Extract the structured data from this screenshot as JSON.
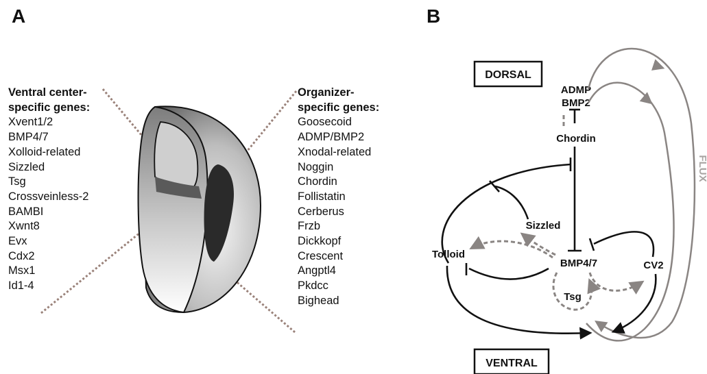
{
  "panels": {
    "a": {
      "letter": "A"
    },
    "b": {
      "letter": "B"
    }
  },
  "ventral_genes": {
    "header": [
      "Ventral center-",
      "specific genes:"
    ],
    "items": [
      "Xvent1/2",
      "BMP4/7",
      "Xolloid-related",
      "Sizzled",
      "Tsg",
      "Crossveinless-2",
      "BAMBI",
      "Xwnt8",
      "Evx",
      "Cdx2",
      "Msx1",
      "Id1-4"
    ]
  },
  "organizer_genes": {
    "header": [
      "Organizer-",
      "specific genes:"
    ],
    "items": [
      "Goosecoid",
      "ADMP/BMP2",
      "Xnodal-related",
      "Noggin",
      "Chordin",
      "Follistatin",
      "Cerberus",
      "Frzb",
      "Dickkopf",
      "Crescent",
      "Angptl4",
      "Pkdcc",
      "Bighead"
    ]
  },
  "network": {
    "dorsal_box": "DORSAL",
    "ventral_box": "VENTRAL",
    "admp": "ADMP",
    "bmp2": "BMP2",
    "chordin": "Chordin",
    "sizzled": "Sizzled",
    "tolloid": "Tolloid",
    "bmp47": "BMP4/7",
    "cv2": "CV2",
    "tsg": "Tsg",
    "flux": "FLUX"
  },
  "colors": {
    "black_edge": "#111111",
    "gray_edge": "#8a8583",
    "dotted_leader": "#9a827a"
  }
}
